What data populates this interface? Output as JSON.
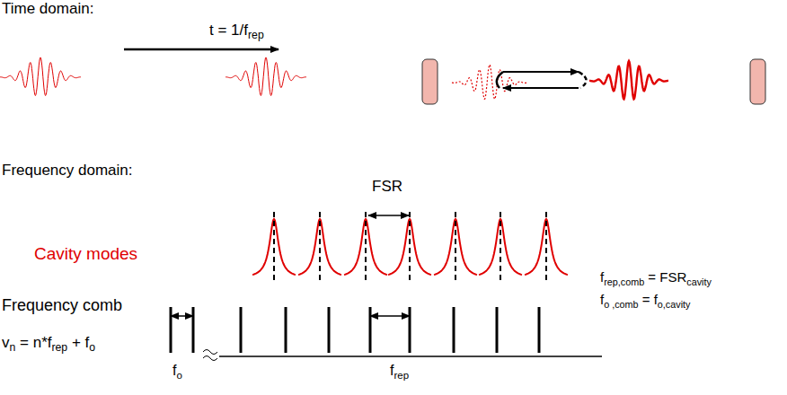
{
  "diagram": {
    "labels": [
      "Time domain:",
      "t = 1/f",
      "rep",
      "Frequency domain:",
      "FSR",
      "Cavity modes",
      "Frequency comb",
      "v",
      "n",
      " = n*f",
      "rep",
      " + f",
      "o",
      "f",
      "o",
      "f",
      "rep",
      "f",
      "rep,comb",
      " = FSR",
      "cavity",
      "f",
      "o ,comb",
      " = f",
      "o,cavity"
    ]
  }
}
